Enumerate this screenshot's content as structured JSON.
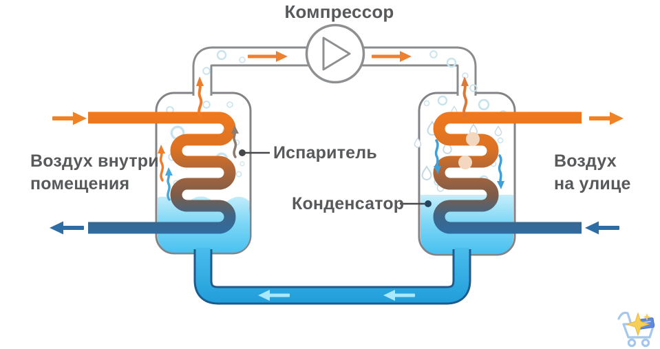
{
  "title": "Компрессор",
  "callouts": {
    "evaporator": "Испаритель",
    "condenser": "Конденсатор"
  },
  "side_labels": {
    "air_inside": {
      "line1": "Воздух внутри",
      "line2": "помещения"
    },
    "air_outside": {
      "line1": "Воздух",
      "line2": "на улице"
    }
  },
  "icons": {
    "compressor": "circle-with-play-triangle",
    "watermark": "shopping-cart-with-star"
  },
  "colors": {
    "hot_air": "#EE7622",
    "cold_air": "#2E6CA4",
    "refrigerant_pipe_fill": "#2FAAE4",
    "refrigerant_pipe_outline": "#1E5A8C",
    "water_fill": "#4EC4F1",
    "tank_outline": "#828387",
    "text": "#58595B"
  }
}
